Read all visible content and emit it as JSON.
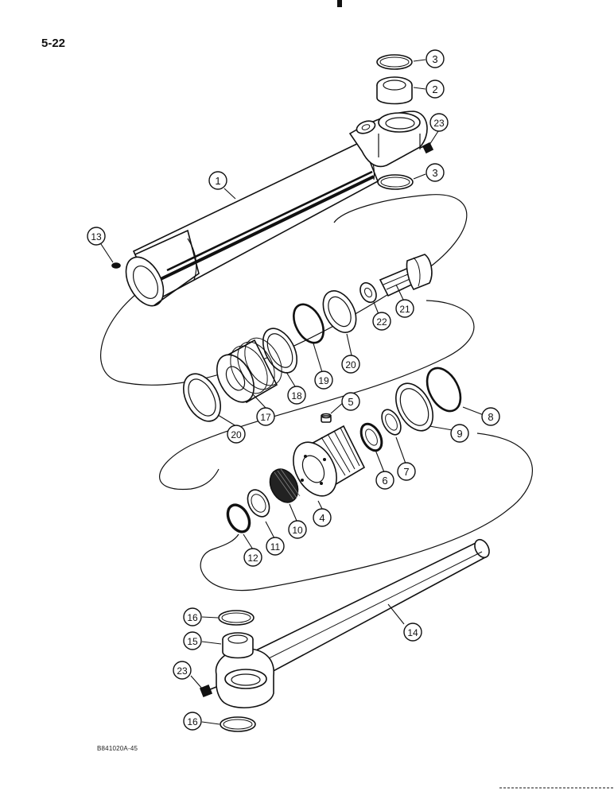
{
  "page_number": "5-22",
  "figure_code": "B841020A-45",
  "callouts": {
    "c1": "1",
    "c2": "2",
    "c3a": "3",
    "c3b": "3",
    "c4": "4",
    "c5": "5",
    "c6": "6",
    "c7": "7",
    "c8": "8",
    "c9": "9",
    "c10": "10",
    "c11": "11",
    "c12": "12",
    "c13": "13",
    "c14": "14",
    "c15": "15",
    "c16a": "16",
    "c16b": "16",
    "c17": "17",
    "c18": "18",
    "c19": "19",
    "c20a": "20",
    "c20b": "20",
    "c21": "21",
    "c22": "22",
    "c23a": "23",
    "c23b": "23"
  }
}
